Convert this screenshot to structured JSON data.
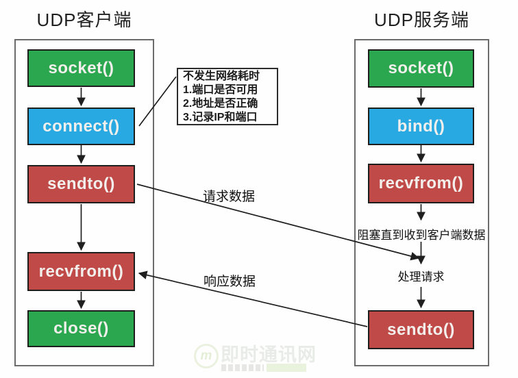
{
  "client": {
    "title": "UDP客户端",
    "boxes": [
      {
        "label": "socket()",
        "color": "#2ba84f"
      },
      {
        "label": "connect()",
        "color": "#29a9e1"
      },
      {
        "label": "sendto()",
        "color": "#bf4a47"
      },
      {
        "label": "recvfrom()",
        "color": "#bf4a47"
      },
      {
        "label": "close()",
        "color": "#2ba84f"
      }
    ]
  },
  "server": {
    "title": "UDP服务端",
    "boxes": [
      {
        "label": "socket()",
        "color": "#2ba84f"
      },
      {
        "label": "bind()",
        "color": "#29a9e1"
      },
      {
        "label": "recvfrom()",
        "color": "#bf4a47"
      },
      {
        "label": "sendto()",
        "color": "#bf4a47"
      }
    ],
    "blocking_note": "阻塞直到收到客户端数据",
    "process_note": "处理请求"
  },
  "note_box": {
    "lines": [
      "不发生网络耗时",
      "1.端口是否可用",
      "2.地址是否正确",
      "3.记录IP和端口"
    ]
  },
  "edge_labels": {
    "request": "请求数据",
    "response": "响应数据"
  },
  "watermark": {
    "logo_letter": "m",
    "site_name": "即时通讯网"
  },
  "colors": {
    "green": "#2ba84f",
    "blue": "#29a9e1",
    "red": "#bf4a47",
    "box_border": "#1d1d1b",
    "panel_border": "#6b6b6b",
    "arrow": "#1f1f1f"
  }
}
